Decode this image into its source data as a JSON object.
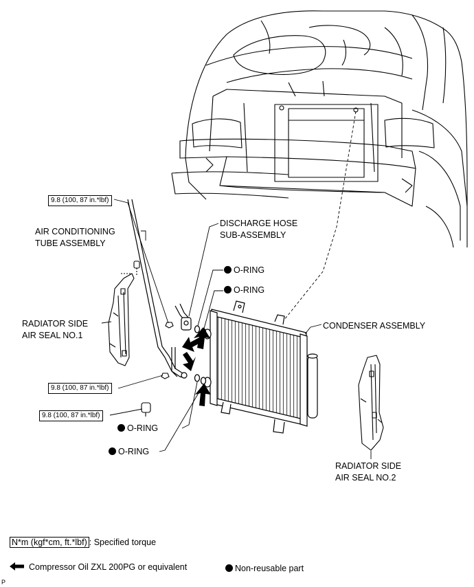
{
  "labels": {
    "air_conditioning_tube_l1": "AIR CONDITIONING",
    "air_conditioning_tube_l2": "TUBE ASSEMBLY",
    "discharge_hose_l1": "DISCHARGE HOSE",
    "discharge_hose_l2": "SUB-ASSEMBLY",
    "o_ring": "O-RING",
    "radiator_seal_1_l1": "RADIATOR SIDE",
    "radiator_seal_1_l2": "AIR SEAL NO.1",
    "condenser": "CONDENSER ASSEMBLY",
    "radiator_seal_2_l1": "RADIATOR SIDE",
    "radiator_seal_2_l2": "AIR SEAL NO.2"
  },
  "torque": {
    "top": "9.8 (100, 87 in.*lbf)",
    "middle": "9.8 (100, 87 in.*lbf)",
    "bottom": "9.8 (100, 87 in.*lbf)"
  },
  "legend": {
    "torque_box": "N*m (kgf*cm, ft.*lbf)",
    "torque_text": ": Specified torque",
    "oil_text": "Compressor Oil ZXL 200PG or equivalent",
    "nonreusable_text": "Non-reusable part",
    "corner_mark": "P"
  }
}
